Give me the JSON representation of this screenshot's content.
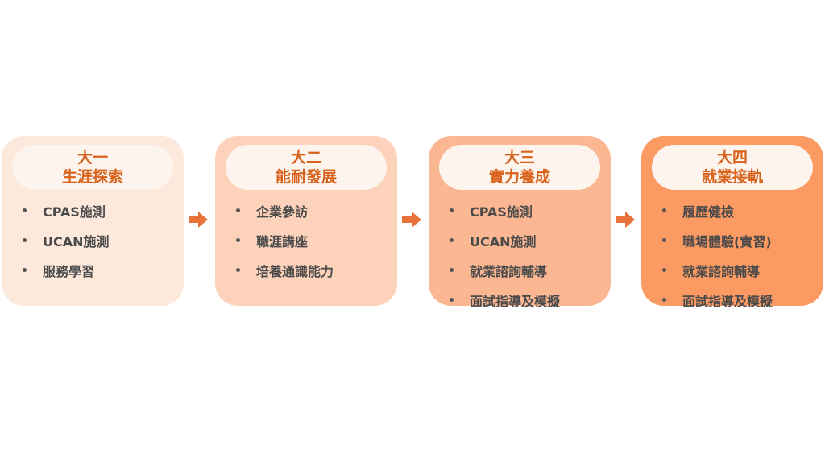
{
  "colors": {
    "accent": "#e8733a",
    "title_text": "#d8621c",
    "item_text": "#4a4a4a",
    "stage_backgrounds": [
      "#fde8dc",
      "#fcd2bb",
      "#fbb792",
      "#fb9a62"
    ]
  },
  "stages": [
    {
      "year": "大一",
      "title": "生涯探索",
      "items": [
        "CPAS施測",
        "UCAN施測",
        "服務學習"
      ]
    },
    {
      "year": "大二",
      "title": "能耐發展",
      "items": [
        "企業參訪",
        "職涯講座",
        "培養通識能力"
      ]
    },
    {
      "year": "大三",
      "title": "實力養成",
      "items": [
        "CPAS施測",
        "UCAN施測",
        "就業諮詢輔導",
        "面試指導及模擬"
      ]
    },
    {
      "year": "大四",
      "title": "就業接軌",
      "items": [
        "履歷健檢",
        "職場體驗(實習)",
        "就業諮詢輔導",
        "面試指導及模擬"
      ]
    }
  ],
  "arrow_icon": "arrow-right-icon"
}
